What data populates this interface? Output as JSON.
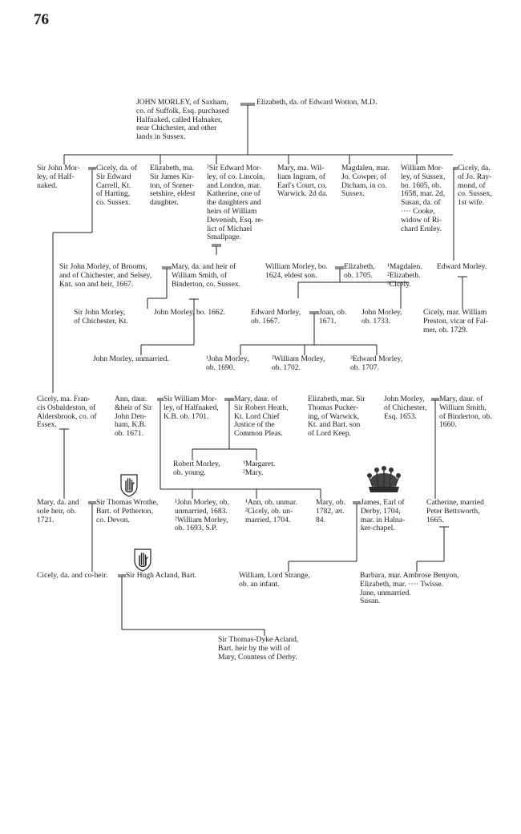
{
  "page_number": "76",
  "entries": {
    "john_morley": "JOHN MORLEY, of Saxham,\nco. of Suffolk, Esq. purchased\nHalfnaked, called Halnaker,\nnear Chichester, and other\nlands in Sussex.",
    "elizabeth_wotton": "Elizabeth, da. of Edward Wotton, M.D.",
    "sir_john_halfnaked": "Sir John Mor-\nley, of Half-\nnaked.",
    "cicely_carrell": "Cicely, da. of\nSir Edward\nCarrell, Kt.\nof Harting,\nco. Sussex.",
    "elizabeth_kirton": "Elizabeth, ma.\nSir James Kir-\nton, of Somer-\nsetshire, eldest\ndaughter.",
    "sir_edward_lincoln": "²Sir Edward Mor-\nley, of co. Lincoln,\nand London, mar.\nKatherine, one of\nthe daughters and\nheirs of William\nDevenish, Esq. re-\nlict of Michael\nSmallpage.",
    "mary_ingram": "Mary, ma. Wil-\nliam Ingram, of\nEarl's Court, co.\nWarwick. 2d da.",
    "magdalen_cowper": "Magdalen, mar.\nJo. Cowper, of\nDicham, in co.\nSussex.",
    "william_sussex": "William Mor-\nley, of Sussex,\nbo. 1605, ob.\n1658, mar. 2d,\nSusan, da. of\n···· Cooke,\nwidow of Ri-\nchard Ernley.",
    "cicely_raymond": "Cicely, da.\nof Jo. Ray-\nmond, of\nco. Sussex,\n1st wife.",
    "sir_john_brooms": "Sir John Morley, of Brooms,\nand of Chichester, and Selsey,\nKnt. son and heir, 1667.",
    "mary_smith": "Mary, da. and heir of\nWilliam Smith, of\nBinderton, co. Sussex.",
    "william_1624": "William Morley, bo.\n1624, eldest son.",
    "elizabeth_1705": "Elizabeth,\nob. 1705.",
    "magdalen_group": "¹Magdalen.\n²Elizabeth.\n³Cicely.",
    "edward_morley": "Edward Morley.",
    "sir_john_chichester": "Sir John Morley,\nof Chichester, Kt.",
    "john_1662": "John Morley, bo. 1662.",
    "edward_1667": "Edward Morley,\nob. 1667.",
    "joan_1671": "Joan, ob.\n1671.",
    "john_1733": "John Morley,\nob. 1733.",
    "cicely_preston": "Cicely, mar. William\nPreston, vicar of Fal-\nmer, ob. 1729.",
    "john_unmarried": "John Morley, unmarried.",
    "john_1690": "¹John Morley,\nob. 1690.",
    "william_1702": "²William Morley,\nob. 1702.",
    "edward_1707": "³Edward Morley,\nob. 1707.",
    "cicely_osbaldeston": "Cicely, ma. Fran-\ncis Osbaldeston, of\nAldersbrook, co. of\nEssex.",
    "ann_denham": "Ann, daur.\n&heir of Sir\nJohn Den-\nham, K.B.\nob. 1671.",
    "sir_william_1701": "Sir William Mor-\nley, of Halfnaked,\nK.B. ob. 1701.",
    "mary_heath": "Mary, daur. of\nSir Robert Heath,\nKt. Lord Chief\nJustice of the\nCommon Pleas.",
    "elizabeth_puckering": "Elizabeth, mar. Sir\nThomas Pucker-\ning, of Warwick,\nKt. and Bart. son\nof Lord Keep.",
    "john_1653": "John Morley,\nof Chichester,\nEsq. 1653.",
    "mary_smith_1660": "Mary, daur. of\nWilliam Smith,\nof Binderton, ob.\n1660.",
    "robert_morley": "Robert Morley,\nob. young.",
    "margaret_mary": "¹Margaret.\n²Mary.",
    "mary_1721": "Mary, da. and\nsole heir, ob.\n1721.",
    "sir_thomas_wrothe": "Sir Thomas Wrothe,\nBart. of Petherton,\nco. Devon.",
    "john_1683": "¹John Morley, ob.\nunmarried, 1683.\n²William Morley,\nob. 1693, S.P.",
    "ann_cicely_1704": "¹Ann, ob. unmar.\n²Cicely, ob. un-\nmarried, 1704.",
    "mary_1782": "Mary, ob.\n1782, æt.\n84.",
    "james_derby": "James, Earl of\nDerby, 1704,\nmar. in Halna-\nker-chapel.",
    "catherine_bettsworth": "Catherine, married\nPeter Bettsworth,\n1665.",
    "cicely_coheir": "Cicely, da. and co-heir.",
    "sir_hugh_acland": "Sir Hugh Acland, Bart.",
    "william_strange": "William, Lord Strange,\nob. an infant.",
    "barbara_group": "Barbara, mar. Ambrose Benyon,\nElizabeth, mar. ···· Twisse.\nJane, unmarried.\nSusan.",
    "sir_thomas_dyke": "Sir Thomas-Dyke Acland,\nBart. heir by the will of\nMary, Countess of Derby."
  },
  "marks": {
    "hand_badge_1": "red-hand-of-ulster-badge",
    "hand_badge_2": "red-hand-of-ulster-badge",
    "coronet": "earl-coronet-icon"
  }
}
